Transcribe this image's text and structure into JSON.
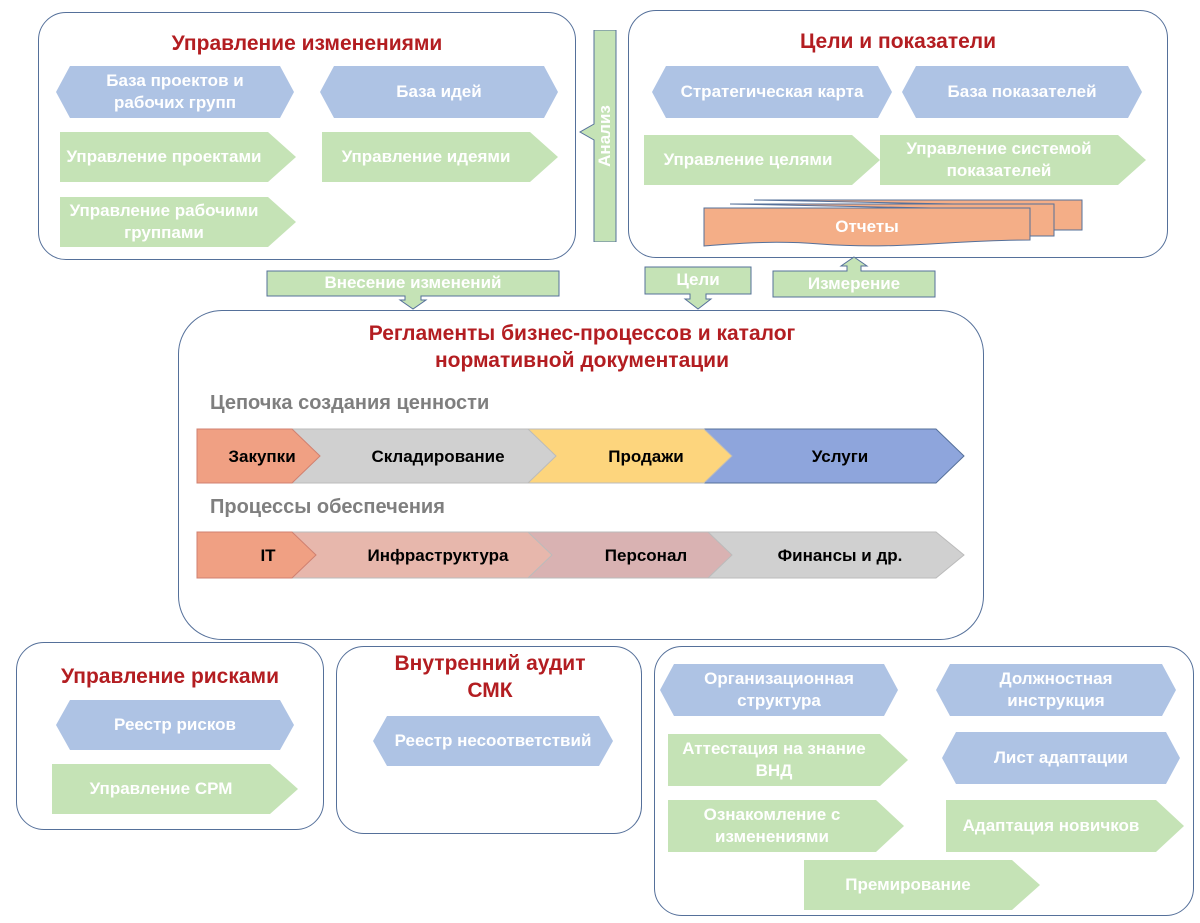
{
  "change_mgmt": {
    "title": "Управление изменениями",
    "projects_base": "База проектов и рабочих групп",
    "ideas_base": "База идей",
    "project_mgmt": "Управление проектами",
    "ideas_mgmt": "Управление идеями",
    "groups_mgmt": "Управление рабочими группами"
  },
  "analysis_label": "Анализ",
  "goals": {
    "title": "Цели и показатели",
    "strategy_map": "Стратегическая карта",
    "kpi_base": "База показателей",
    "goals_mgmt": "Управление целями",
    "kpi_mgmt": "Управление системой показателей",
    "reports": "Отчеты"
  },
  "arrows": {
    "changes": "Внесение изменений",
    "goals": "Цели",
    "measure": "Измерение"
  },
  "regulations": {
    "title": "Регламенты бизнес-процессов и каталог нормативной документации",
    "value_chain_label": "Цепочка создания ценности",
    "value_chain": [
      "Закупки",
      "Складирование",
      "Продажи",
      "Услуги"
    ],
    "support_label": "Процессы обеспечения",
    "support": [
      "IT",
      "Инфраструктура",
      "Персонал",
      "Финансы и др."
    ]
  },
  "risks": {
    "title": "Управление рисками",
    "register": "Реестр рисков",
    "srm": "Управление СРМ"
  },
  "audit": {
    "title": "Внутренний аудит СМК",
    "register": "Реестр несоответствий"
  },
  "hr": {
    "org_structure": "Организационная структура",
    "job_description": "Должностная инструкция",
    "attestation": "Аттестация на знание ВНД",
    "adaptation_sheet": "Лист адаптации",
    "familiarization": "Ознакомление с изменениями",
    "newcomer_adaptation": "Адаптация новичков",
    "bonuses": "Премирование"
  },
  "colors": {
    "title_red": "#b31d21",
    "blue_shape": "#aec3e4",
    "green_shape": "#c5e3b6",
    "border": "#55709a",
    "chain_procurement": "#f0a083",
    "chain_storage": "#d0d0d0",
    "chain_sales": "#fdd57d",
    "chain_services": "#8ea5dc",
    "support_it": "#f0a083",
    "support_infra": "#e7b7ac",
    "support_personnel": "#d9b2b2",
    "support_finance": "#d0d0d0",
    "reports": "#f4ae87"
  }
}
